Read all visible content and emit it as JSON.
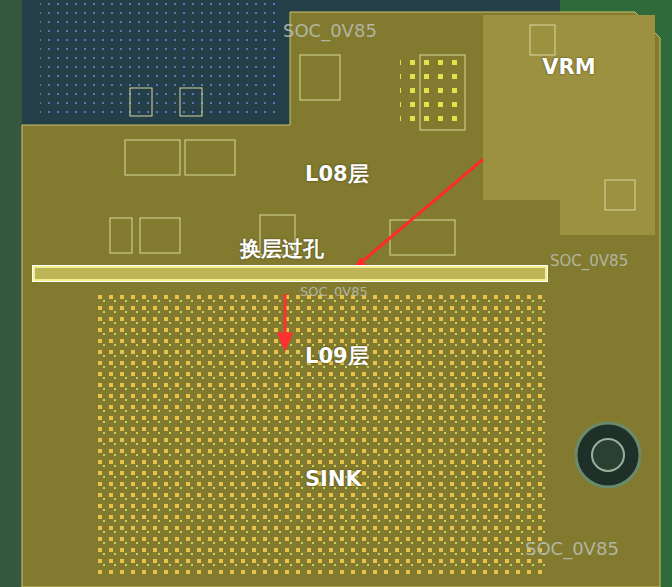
{
  "diagram": {
    "nodes": [
      {
        "text": [
          "VRM"
        ]
      },
      {
        "text": [
          "换层过孔"
        ]
      }
    ],
    "edges": [
      {
        "from": 0,
        "to": 1,
        "arrow": "to"
      }
    ],
    "labels": [
      "SOC_0V85",
      "L08层",
      "SOC_0V85",
      "SOC_0V85",
      "L09层",
      "SINK",
      "SOC_0V85"
    ]
  }
}
